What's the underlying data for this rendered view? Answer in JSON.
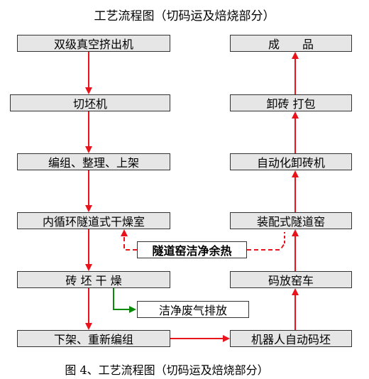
{
  "title": "工艺流程图（切码运及焙烧部分）",
  "caption": "图 4、工艺流程图（切码运及焙烧部分）",
  "colors": {
    "flow": "#e8131b",
    "exhaust": "#0a8a0a",
    "box_fill": "#e6e6e6"
  },
  "left_column": {
    "extruder": "双级真空挤出机",
    "cutter": "切坯机",
    "grouping": "编组、整理、上架",
    "dryer": "内循环隧道式干燥室",
    "brick_drying": "砖 坯 干 燥",
    "unloading": "下架、重新编组"
  },
  "right_column": {
    "product": "成　　品",
    "unload_pack": "卸砖 打包",
    "auto_unloader": "自动化卸砖机",
    "tunnel_kiln": "装配式隧道窑",
    "kiln_car": "码放窑车",
    "robot_stacking": "机器人自动码坯"
  },
  "side_boxes": {
    "waste_heat": "隧道窑洁净余热",
    "exhaust": "洁净废气排放"
  }
}
